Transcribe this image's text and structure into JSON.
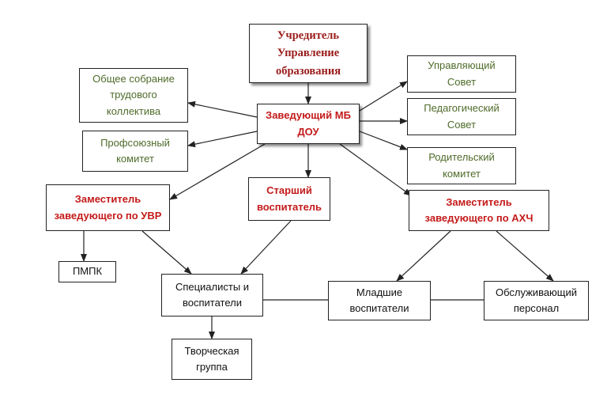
{
  "diagram": {
    "nodes": {
      "founder": "Учредитель\nУправление\nобразования",
      "head": "Заведующий МБ\nДОУ",
      "general_meeting": "Общее собрание\nтрудового\nколлектива",
      "trade_union": "Профсоюзный\nкомитет",
      "governing_council": "Управляющий\nСовет",
      "pedagogical_council": "Педагогический\nСовет",
      "parent_committee": "Родительский\nкомитет",
      "deputy_uvr": "Заместитель\nзаведующего по УВР",
      "senior_educator": "Старший\nвоспитатель",
      "deputy_ahch": "Заместитель\nзаведующего по АХЧ",
      "pmpk": "ПМПК",
      "specialists": "Специалисты и\nвоспитатели",
      "junior_educators": "Младшие\nвоспитатели",
      "service_staff": "Обслуживающий\nперсонал",
      "creative_group": "Творческая\nгруппа"
    },
    "colors": {
      "red": "#c41a1a",
      "dark_red": "#9b1b1b",
      "green": "#4f6b2a",
      "line": "#222222"
    }
  }
}
